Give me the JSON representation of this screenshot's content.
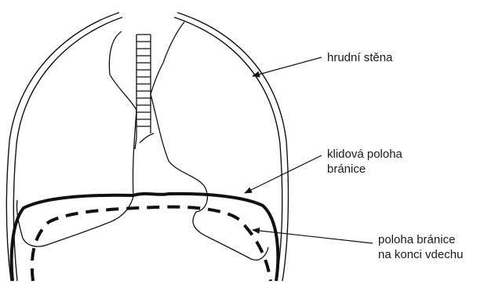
{
  "labels": {
    "chest_wall": "hrudní stěna",
    "resting_diaphragm": [
      "klidová poloha",
      "bránice"
    ],
    "inspiration_diaphragm": [
      "poloha bránice",
      "na konci vdechu"
    ]
  }
}
